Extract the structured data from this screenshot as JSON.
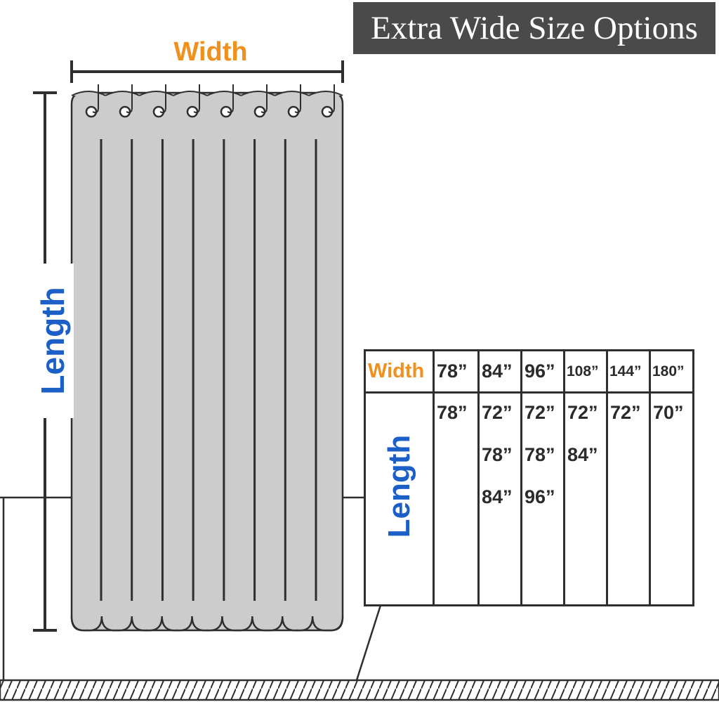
{
  "title": "Extra Wide Size Options",
  "diagram": {
    "width_label": "Width",
    "length_label": "Length",
    "grommet_count": 8,
    "pleat_count": 8
  },
  "size_table": {
    "width_header": "Width",
    "length_header": "Length",
    "columns": [
      {
        "width": "78”",
        "lengths": [
          "78”"
        ]
      },
      {
        "width": "84”",
        "lengths": [
          "72”",
          "78”",
          "84”"
        ]
      },
      {
        "width": "96”",
        "lengths": [
          "72”",
          "78”",
          "96”"
        ]
      },
      {
        "width": "108”",
        "lengths": [
          "72”",
          "84”"
        ]
      },
      {
        "width": "144”",
        "lengths": [
          "72”"
        ]
      },
      {
        "width": "180”",
        "lengths": [
          "70”"
        ]
      }
    ]
  },
  "colors": {
    "width_accent": "#f0911f",
    "length_accent": "#1c5fc7",
    "curtain_fill": "#cccccc",
    "outline": "#2e2e2e",
    "title_bg": "#4a4a4a"
  }
}
